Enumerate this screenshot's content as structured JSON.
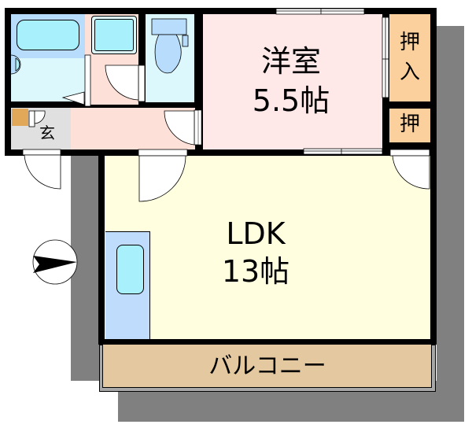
{
  "floor_plan": {
    "rooms": {
      "western_room": {
        "name": "洋室",
        "size": "5.5帖"
      },
      "ldk": {
        "name": "LDK",
        "size": "13帖"
      },
      "closet_1": {
        "label_line1": "押",
        "label_line2": "入"
      },
      "closet_2": {
        "label": "押"
      },
      "entrance": {
        "label": "玄"
      },
      "balcony": {
        "label": "バルコニー"
      }
    },
    "compass": {
      "direction": "east-pointing"
    },
    "colors": {
      "shadow": "#808080",
      "wall": "#000000",
      "western_room": "#ffe8e8",
      "ldk": "#ffffe0",
      "closet": "#fcd09c",
      "bath": "#ddf8fc",
      "fixture": "#a8f0fc",
      "fixture_alt": "#b8dcfc",
      "hall": "#fde0d8",
      "entrance": "#e0e0e0",
      "balcony": "#e4c8a0",
      "shoe_box": "#e0a858"
    }
  }
}
